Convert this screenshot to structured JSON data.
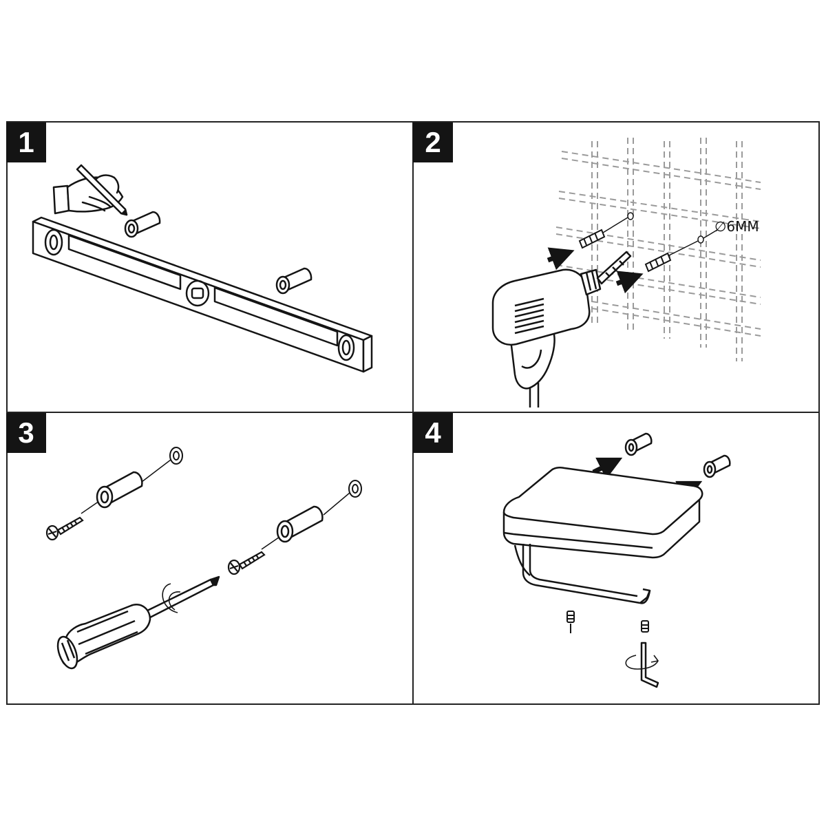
{
  "steps": [
    {
      "number": "1",
      "illustration": "spirit-level-marking"
    },
    {
      "number": "2",
      "illustration": "drill-wall-anchors"
    },
    {
      "number": "3",
      "illustration": "screw-anchor-assembly"
    },
    {
      "number": "4",
      "illustration": "mount-holder-hex-key"
    }
  ],
  "labels": {
    "drill_diameter": "∅6MM"
  },
  "colors": {
    "ink": "#141414",
    "background": "#ffffff",
    "grid": "#9a9a9a"
  }
}
